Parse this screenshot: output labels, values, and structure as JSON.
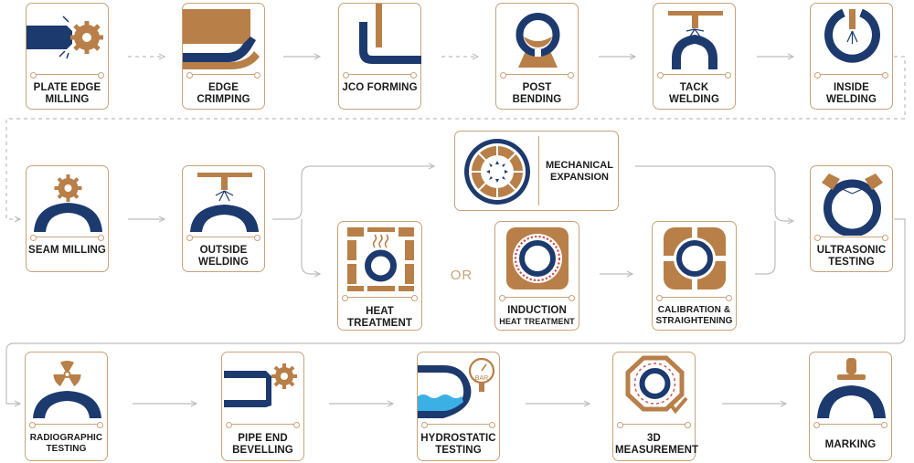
{
  "steps": {
    "plate_edge_milling": "PLATE EDGE MILLING",
    "edge_crimping": "EDGE CRIMPING",
    "jco_forming": "JCO FORMING",
    "post_bending": "POST BENDING",
    "tack_welding": "TACK WELDING",
    "inside_welding": "INSIDE WELDING",
    "seam_milling": "SEAM MILLING",
    "outside_welding": "OUTSIDE WELDING",
    "mechanical_expansion": "MECHANICAL EXPANSION",
    "heat_treatment": "HEAT TREATMENT",
    "induction": "INDUCTION",
    "induction_sub": "HEAT TREATMENT",
    "calibration": "CALIBRATION & STRAIGHTENING",
    "ultrasonic_testing": "ULTRASONIC TESTING",
    "radiographic_testing": "RADIOGRAPHIC TESTING",
    "pipe_end_bevelling": "PIPE END BEVELLING",
    "hydrostatic_testing": "HYDROSTATIC TESTING",
    "measurement_3d": "3D MEASUREMENT",
    "marking": "MARKING"
  },
  "or_label": "OR",
  "gauge_label": "BAR",
  "colors": {
    "navy": "#1d3a6e",
    "copper": "#b87f48",
    "tan": "#c9a27a",
    "water": "#3ab0e4",
    "line": "#bdbdbd"
  }
}
